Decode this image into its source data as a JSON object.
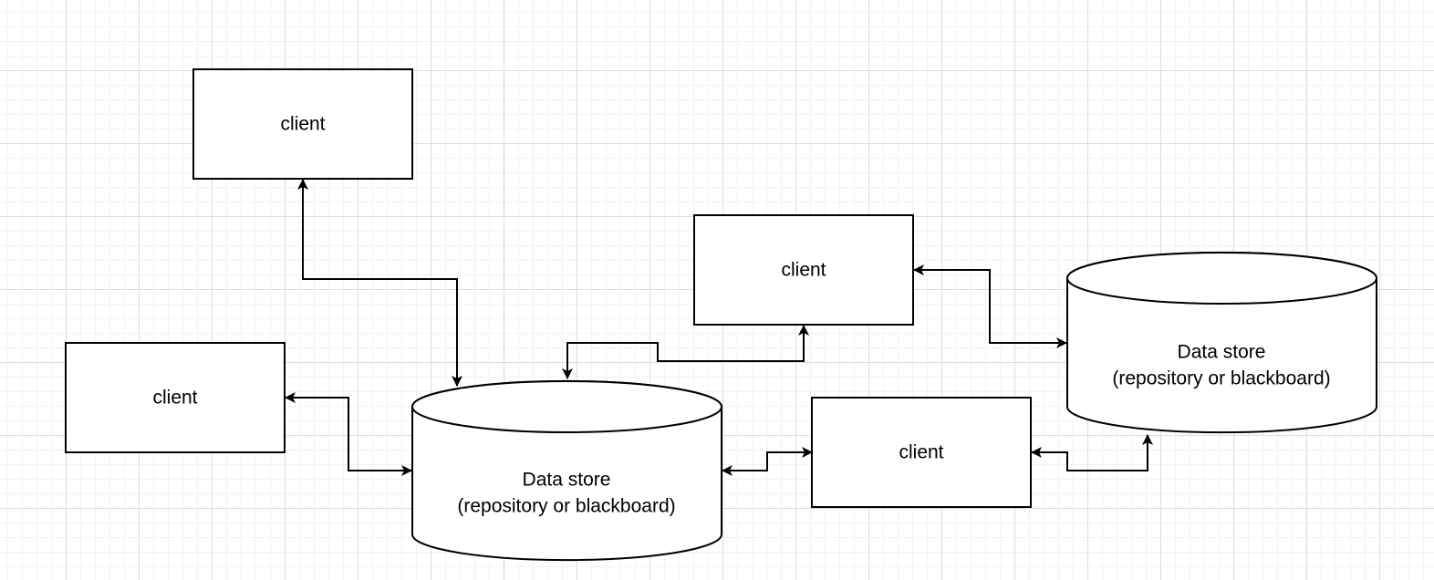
{
  "diagram": {
    "nodes": {
      "client_top": {
        "type": "process",
        "label": "client"
      },
      "client_left": {
        "type": "process",
        "label": "client"
      },
      "client_mid": {
        "type": "process",
        "label": "client"
      },
      "client_low": {
        "type": "process",
        "label": "client"
      },
      "store_center": {
        "type": "datastore",
        "line1": "Data store",
        "line2": "(repository or blackboard)"
      },
      "store_right": {
        "type": "datastore",
        "line1": "Data store",
        "line2": "(repository or blackboard)"
      }
    },
    "edges": [
      {
        "from": "client_top",
        "to": "store_center",
        "arrows": "both"
      },
      {
        "from": "client_left",
        "to": "store_center",
        "arrows": "both"
      },
      {
        "from": "client_mid",
        "to": "store_center",
        "arrows": "both"
      },
      {
        "from": "store_center",
        "to": "client_low",
        "arrows": "both"
      },
      {
        "from": "client_mid",
        "to": "store_right",
        "arrows": "both"
      },
      {
        "from": "client_low",
        "to": "store_right",
        "arrows": "both"
      }
    ],
    "colors": {
      "stroke": "#000000",
      "fill": "#ffffff",
      "grid": "#dcdcdc"
    }
  }
}
